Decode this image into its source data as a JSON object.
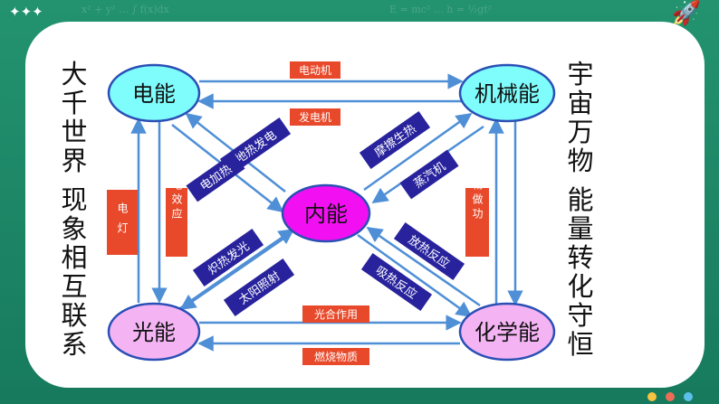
{
  "side_text": {
    "left_col_1": "大千世界",
    "left_col_2": "现象相互联系",
    "right_col_1": "宇宙万物",
    "right_col_2": "能量转化守恒"
  },
  "nodes": {
    "electric": "电能",
    "mechanical": "机械能",
    "internal": "内能",
    "light": "光能",
    "chemical": "化学能"
  },
  "labels": {
    "motor": "电动机",
    "generator": "发电机",
    "geothermal": "地热发电",
    "electric_heating": "电加热",
    "friction": "摩擦生热",
    "steam_engine": "蒸汽机",
    "lamp": "电灯",
    "photoelectric": "光电效应",
    "bio_work": "生物做功",
    "hot_glow": "炽热发光",
    "sunlight": "太阳照射",
    "exothermic": "放热反应",
    "endothermic": "吸热反应",
    "photosynthesis": "光合作用",
    "combustion": "燃烧物质"
  },
  "colors": {
    "ellipse_cyan": "#7ffcfc",
    "ellipse_magenta": "#f210f2",
    "ellipse_pink": "#f4b4f4",
    "arrow_blue": "#4f8fd6",
    "label_red": "#e8492a",
    "label_navy": "#28239c"
  }
}
